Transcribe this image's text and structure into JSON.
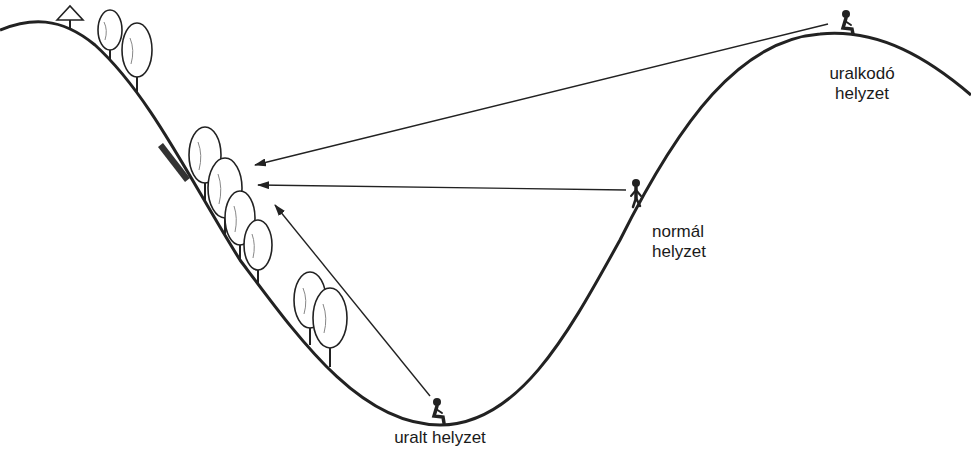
{
  "diagram": {
    "labels": [
      "uralkodó helyzet",
      "normál helyzet",
      "uralt helyzet"
    ]
  }
}
